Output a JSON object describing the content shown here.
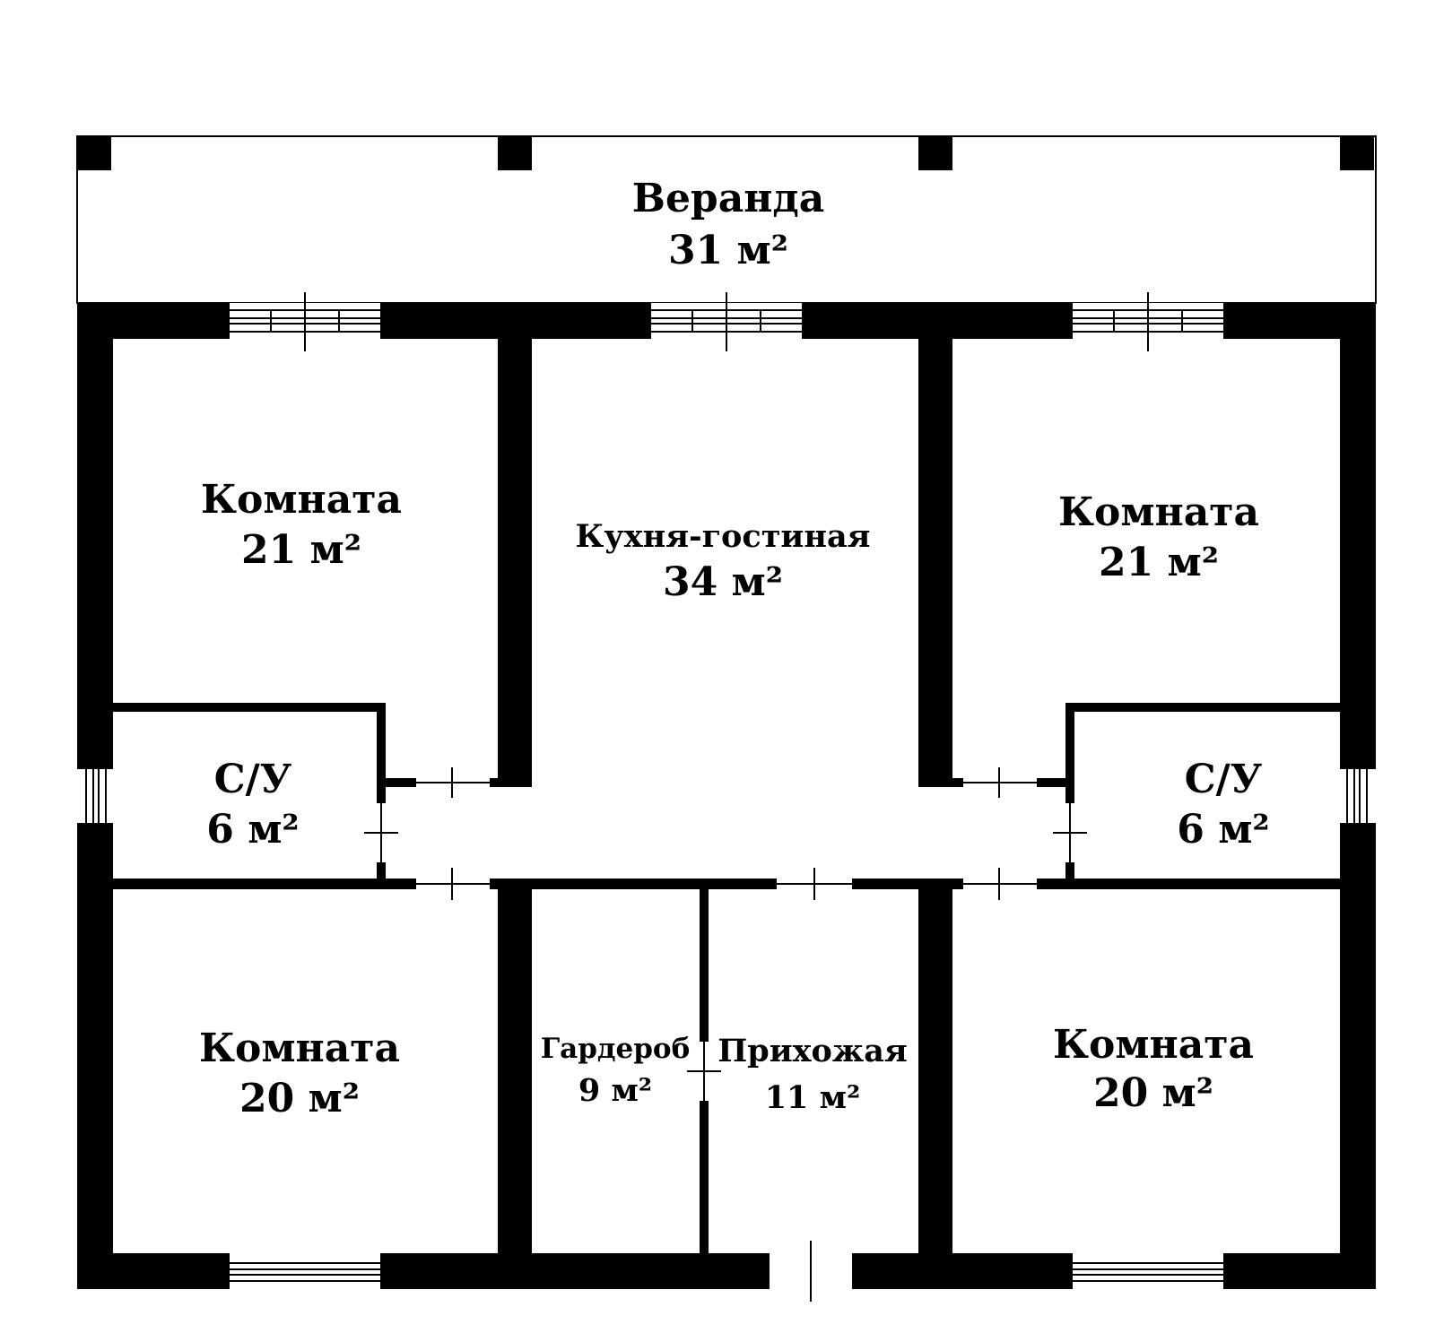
{
  "plan": {
    "veranda": {
      "name": "Веранда",
      "area": "31 м²"
    },
    "room_top_left": {
      "name": "Комната",
      "area": "21 м²"
    },
    "kitchen": {
      "name": "Кухня-гостиная",
      "area": "34 м²"
    },
    "room_top_right": {
      "name": "Комната",
      "area": "21 м²"
    },
    "bath_left": {
      "name": "С/У",
      "area": "6 м²"
    },
    "bath_right": {
      "name": "С/У",
      "area": "6 м²"
    },
    "room_bottom_left": {
      "name": "Комната",
      "area": "20 м²"
    },
    "wardrobe": {
      "name": "Гардероб",
      "area": "9 м²"
    },
    "hallway": {
      "name": "Прихожая",
      "area": "11 м²"
    },
    "room_bottom_right": {
      "name": "Комната",
      "area": "20 м²"
    }
  }
}
